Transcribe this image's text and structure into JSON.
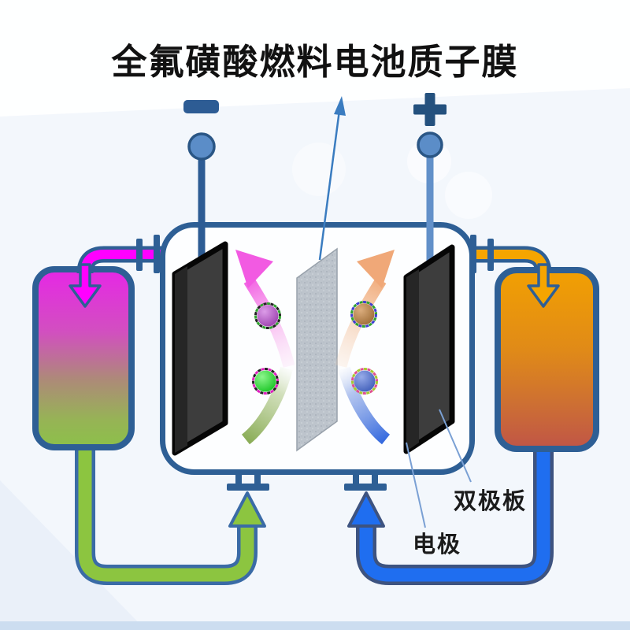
{
  "page": {
    "title": "全氟磺酸燃料电池质子膜"
  },
  "cell": {
    "negative_terminal_symbol": "−",
    "positive_terminal_symbol": "+"
  },
  "callouts": {
    "bipolar_plate": "双极板",
    "electrode": "电极"
  },
  "colors": {
    "outline_blue": "#2e5f95",
    "terminal_dark_blue": "#24517e",
    "terminal_circle_fill": "#5b8dc8",
    "fluid_left_pipe_magenta": "#ff00ff",
    "fluid_right_pipe_orange": "#f5a500",
    "pipe_green": "#8cc540",
    "pipe_blue": "#1f6ef0",
    "tank_left_top": "#e627e6",
    "tank_left_bottom": "#8cc04a",
    "tank_right_top": "#f2a002",
    "tank_right_bottom": "#c05547",
    "electrode_plate": "#3d3d3d",
    "membrane_gray": "#bcc3cb",
    "pink_flow_arrow": "#f25ae2",
    "orange_flow_arrow": "#f0a878",
    "green_flow_swoosh": "#85a94f",
    "blue_flow_swoosh": "#2c63dd",
    "pointer_arrow": "#3a7cc0",
    "title_text": "#111111",
    "label_text": "#1b1b1b"
  }
}
